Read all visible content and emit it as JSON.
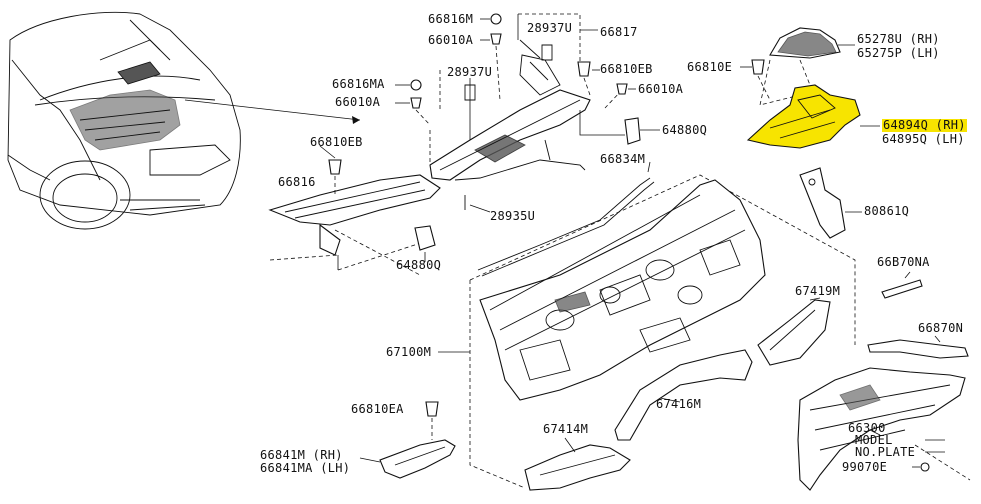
{
  "callouts": {
    "p66816M": "66816M",
    "p66010A_top": "66010A",
    "p28937U_top": "28937U",
    "p66817": "66817",
    "p65278U": "65278U (RH)",
    "p65275P": "65275P (LH)",
    "p66810E": "66810E",
    "p66816MA": "66816MA",
    "p66010A_left": "66010A",
    "p28937U_mid": "28937U",
    "p66810EB_top": "66810EB",
    "p66010A_right": "66010A",
    "p64880Q_top": "64880Q",
    "p64894Q": "64894Q (RH)",
    "p64895Q": "64895Q (LH)",
    "p66810EB_left": "66810EB",
    "p66816": "66816",
    "p66834M": "66834M",
    "p80861Q": "80861Q",
    "p28935U": "28935U",
    "p64880Q_bot": "64880Q",
    "p66B70NA": "66B70NA",
    "p67419M": "67419M",
    "p66870N": "66870N",
    "p67100M": "67100M",
    "p67416M": "67416M",
    "p66300": "66300",
    "p66810EA": "66810EA",
    "p67414M": "67414M",
    "model_plate_1": "MODEL",
    "model_plate_2": "NO.PLATE",
    "p66841M": "66841M (RH)",
    "p66841MA": "66841MA (LH)",
    "p99070E": "99070E"
  },
  "highlight": {
    "part": "64894Q (RH)",
    "color": "#f7e400"
  }
}
